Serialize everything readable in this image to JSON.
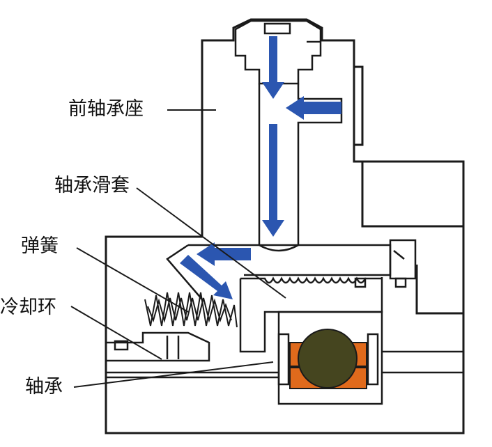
{
  "labels": {
    "front_bearing_housing": "前轴承座",
    "bearing_sleeve": "轴承滑套",
    "spring": "弹簧",
    "cooling_ring": "冷却环",
    "bearing": "轴承"
  },
  "colors": {
    "outline": "#1a1a1a",
    "flow_arrow": "#2b56b0",
    "bearing_ring": "#e06a1c",
    "bearing_ball": "#45451f",
    "background": "#ffffff"
  }
}
